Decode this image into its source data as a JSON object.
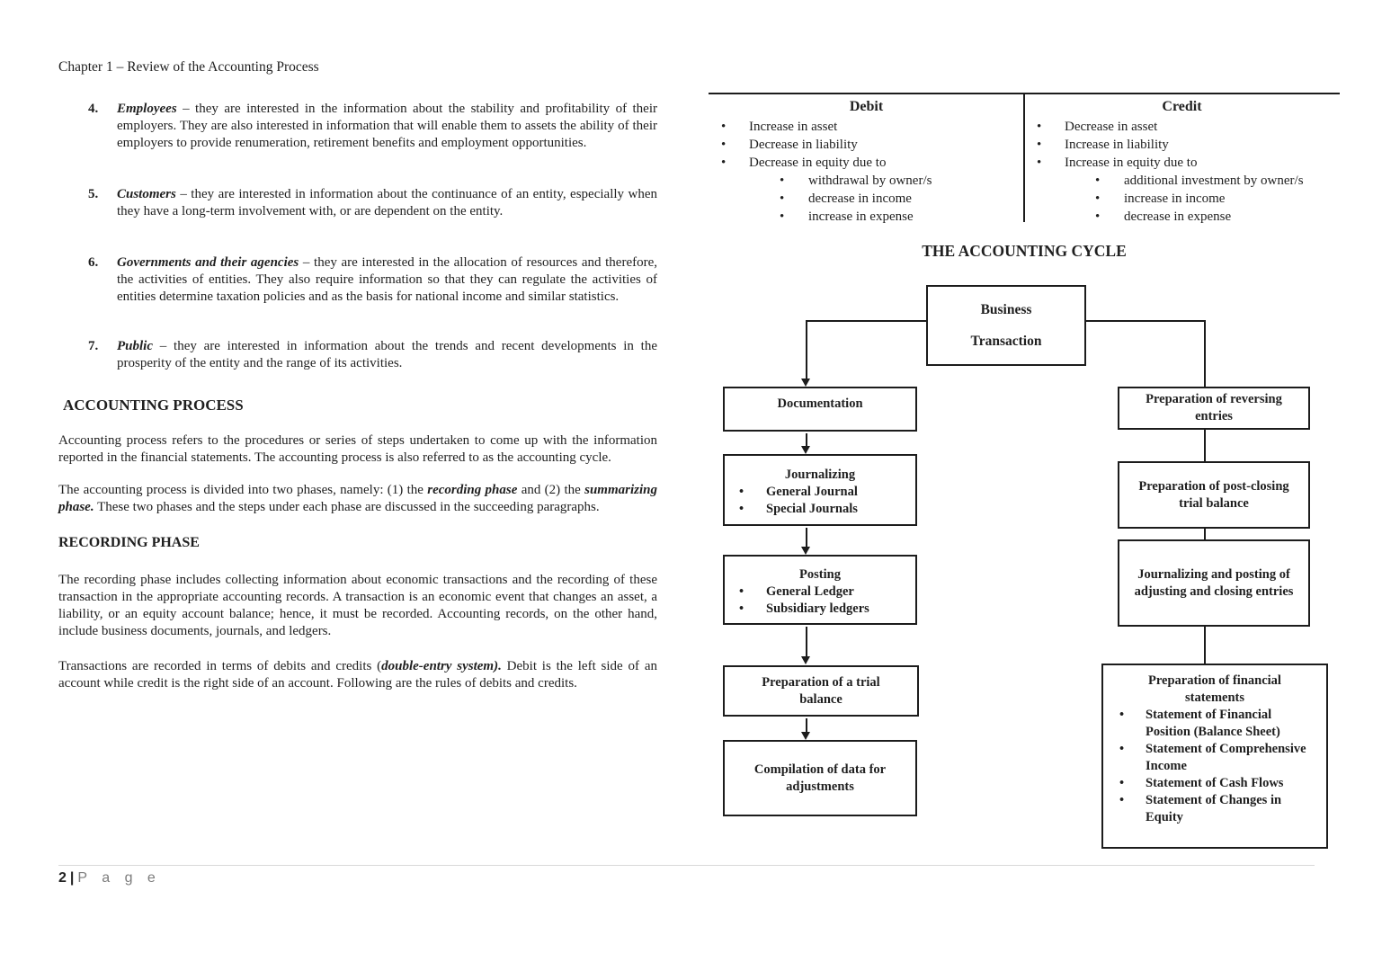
{
  "page": {
    "header": "Chapter 1 – Review of the Accounting Process",
    "footer": {
      "number": "2",
      "sep": "|",
      "word": "P a g e"
    }
  },
  "left_column": {
    "items": [
      {
        "num": "4.",
        "segments": [
          {
            "t": "Employees",
            "b": true,
            "i": true
          },
          {
            "t": " – they are interested in the information about the stability and profitability of their employers. They are also interested in information that will enable them to assets the ability of their employers to provide renumeration, retirement benefits and employment opportunities."
          }
        ]
      },
      {
        "num": "5.",
        "segments": [
          {
            "t": "Customers",
            "b": true,
            "i": true
          },
          {
            "t": " – they are interested in information about the continuance of an entity, especially when they have a long-term involvement with, or are dependent on the entity."
          }
        ]
      },
      {
        "num": "6.",
        "segments": [
          {
            "t": "Governments and their agencies",
            "b": true,
            "i": true
          },
          {
            "t": " – they are interested in the allocation of resources and therefore, the activities of entities. They also require information so that they can regulate the activities of entities determine taxation policies and as the basis for national income and similar statistics."
          }
        ]
      },
      {
        "num": "7.",
        "segments": [
          {
            "t": "Public",
            "b": true,
            "i": true
          },
          {
            "t": " – they are interested in information about the trends and recent developments in the prosperity of the entity and the range of its activities."
          }
        ]
      }
    ],
    "heading1": "ACCOUNTING PROCESS",
    "para1": "Accounting process refers to the procedures or series of steps undertaken to come up with the information reported in the financial statements. The accounting process is also referred to as the accounting cycle.",
    "para2": [
      {
        "t": "The accounting process is divided into two phases, namely: (1) the "
      },
      {
        "t": "recording phase",
        "b": true,
        "i": true
      },
      {
        "t": " and (2) the "
      },
      {
        "t": "summarizing phase.",
        "b": true,
        "i": true
      },
      {
        "t": " These two phases and the steps under each phase are discussed in the succeeding paragraphs."
      }
    ],
    "heading2": "RECORDING PHASE",
    "para3": "The recording phase includes collecting information about economic transactions and the recording of these transaction in the appropriate accounting records. A transaction is an economic event that changes an asset, a liability, or an equity account balance; hence, it must be recorded. Accounting records, on the other hand, include business documents, journals, and ledgers.",
    "para4": [
      {
        "t": "Transactions are recorded in terms of debits and credits ("
      },
      {
        "t": "double-entry system).",
        "b": true,
        "i": true
      },
      {
        "t": " Debit is the left side of an account while credit is the right side of an account. Following are the rules of debits and credits."
      }
    ]
  },
  "debit_credit_table": {
    "debit": {
      "header": "Debit",
      "items": [
        "Increase in asset",
        "Decrease in liability",
        "Decrease in equity due to"
      ],
      "subitems": [
        "withdrawal by owner/s",
        "decrease in income",
        "increase in expense"
      ]
    },
    "credit": {
      "header": "Credit",
      "items": [
        "Decrease in asset",
        "Increase in liability",
        "Increase in equity due to"
      ],
      "subitems": [
        "additional investment by owner/s",
        "increase in income",
        "decrease in expense"
      ]
    }
  },
  "cycle": {
    "title": "THE ACCOUNTING CYCLE",
    "root_line1": "Business",
    "root_line2": "Transaction",
    "left_chain": [
      {
        "title": "Documentation"
      },
      {
        "title": "Journalizing",
        "bullets": [
          "General Journal",
          "Special Journals"
        ]
      },
      {
        "title": "Posting",
        "bullets": [
          "General Ledger",
          "Subsidiary ledgers"
        ]
      },
      {
        "title": "Preparation of a trial balance"
      },
      {
        "title": "Compilation of data for adjustments"
      }
    ],
    "right_chain": [
      {
        "title": "Preparation of reversing entries"
      },
      {
        "title": "Preparation of post-closing trial balance"
      },
      {
        "title": "Journalizing and posting of adjusting and closing entries"
      },
      {
        "title": "Preparation of financial statements",
        "bullets": [
          "Statement of Financial Position (Balance Sheet)",
          "Statement of Comprehensive Income",
          "Statement of Cash Flows",
          "Statement of Changes in Equity"
        ]
      }
    ]
  }
}
